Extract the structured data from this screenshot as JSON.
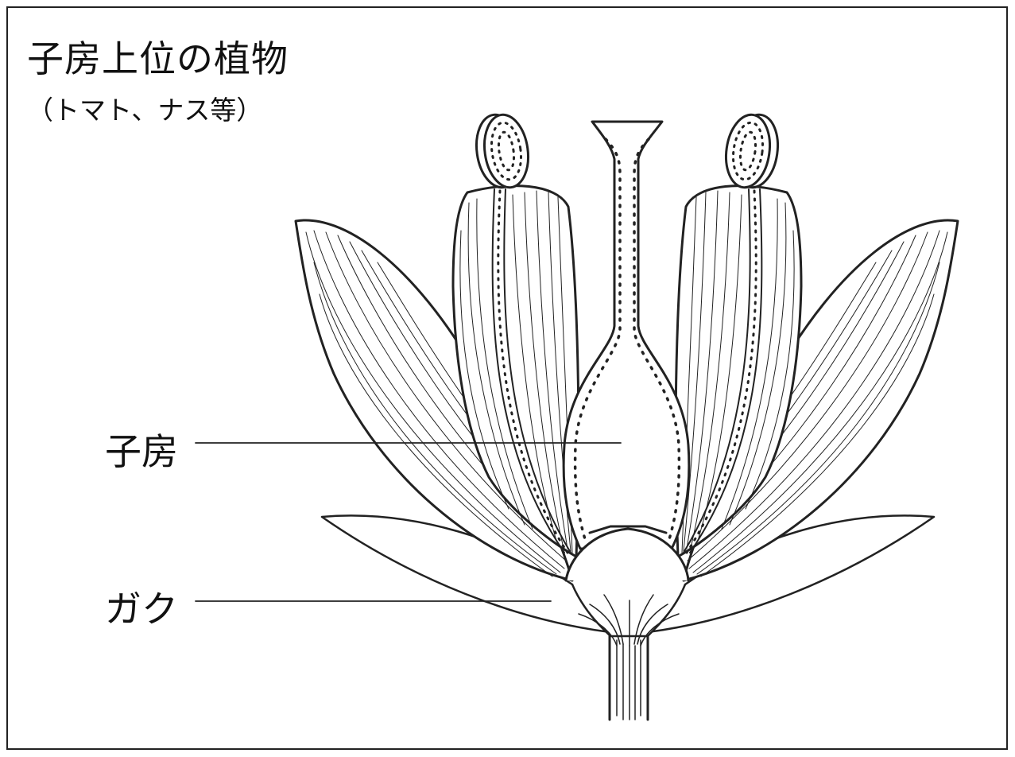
{
  "title": "子房上位の植物",
  "subtitle": "（トマト、ナス等）",
  "labels": {
    "ovary": "子房",
    "calyx": "ガク"
  },
  "colors": {
    "line": "#222222",
    "background": "#ffffff"
  }
}
